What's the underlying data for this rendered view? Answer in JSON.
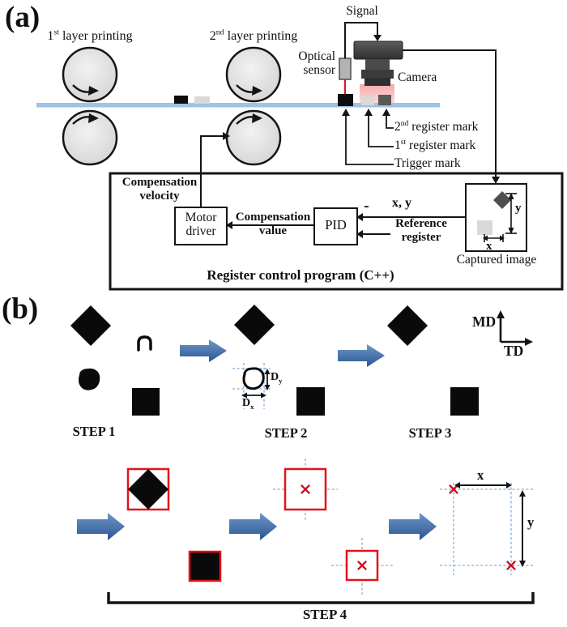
{
  "figure": {
    "panel_a_label": "(a)",
    "panel_b_label": "(b)"
  },
  "colors": {
    "web_blue": "#9dc3e6",
    "arrow_blue_top": "#6e97c8",
    "arrow_blue_bottom": "#2b5692",
    "annotation_red": "#e31219",
    "dashed_blue": "#82aede",
    "camera_pink": "#f4b0b0",
    "camera_dark": "#3f3f3f",
    "roller_gray": "#dcdcdc",
    "mark_light_gray": "#d9d9d9",
    "mark_dark_gray": "#595959"
  },
  "panel_a": {
    "unit1": {
      "num": "1",
      "sup": "st",
      "rest": " layer printing"
    },
    "unit2": {
      "num": "2",
      "sup": "nd",
      "rest": " layer printing"
    },
    "signal": "Signal",
    "optical_sensor": {
      "line1": "Optical",
      "line2": "sensor"
    },
    "camera": "Camera",
    "register_mark_2": {
      "num": "2",
      "sup": "nd",
      "rest": " register mark"
    },
    "register_mark_1": {
      "num": "1",
      "sup": "st",
      "rest": " register mark"
    },
    "trigger_mark": "Trigger mark",
    "control": {
      "compensation_velocity": {
        "line1": "Compensation",
        "line2": "velocity"
      },
      "motor_driver": {
        "line1": "Motor",
        "line2": "driver"
      },
      "compensation_value": {
        "line1": "Compensation",
        "line2": "value"
      },
      "pid": "PID",
      "minus": "-",
      "xy": "x, y",
      "reference_register": {
        "line1": "Reference",
        "line2": "register"
      },
      "captured_image": "Captured image",
      "dim_x": "x",
      "dim_y": "y",
      "title": "Register control program (C++)"
    }
  },
  "panel_b": {
    "steps": {
      "s1": "STEP 1",
      "s2": "STEP 2",
      "s3": "STEP 3",
      "s4": "STEP 4"
    },
    "dy": {
      "base": "D",
      "sub": "y"
    },
    "dx": {
      "base": "D",
      "sub": "x"
    },
    "axes": {
      "md": "MD",
      "td": "TD"
    },
    "meas": {
      "x": "x",
      "y": "y"
    }
  }
}
